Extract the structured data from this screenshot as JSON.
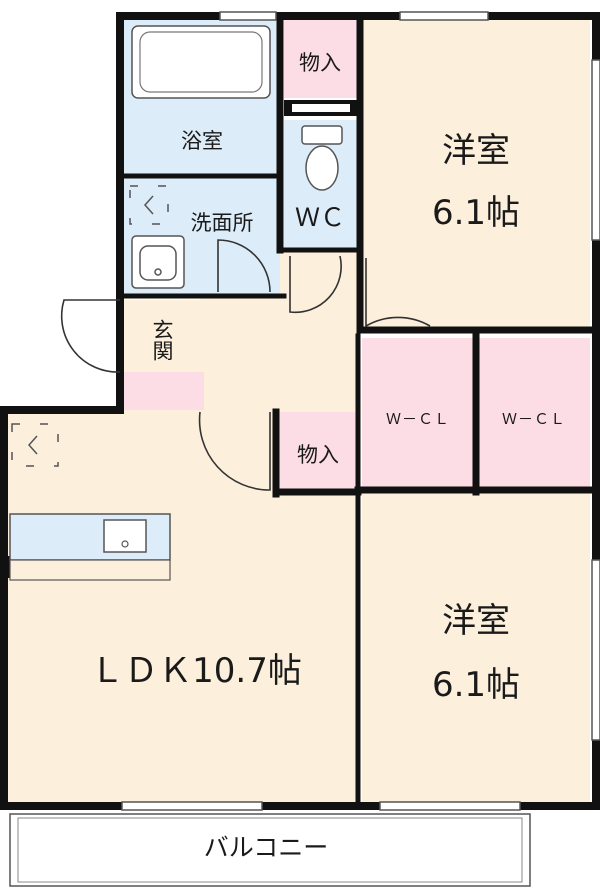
{
  "rooms": {
    "western_room_1": {
      "name": "洋室",
      "size": "6.1帖"
    },
    "western_room_2": {
      "name": "洋室",
      "size": "6.1帖"
    },
    "ldk": {
      "label": "ＬＤＫ10.7帖"
    },
    "bathroom": {
      "label": "浴室"
    },
    "washroom": {
      "label": "洗面所"
    },
    "toilet": {
      "label": "ＷＣ"
    },
    "entrance": {
      "label": "玄関"
    },
    "storage_top": {
      "label": "物入"
    },
    "storage_mid": {
      "label": "物入"
    },
    "closet_1": {
      "label": "Ｗ－ＣＬ"
    },
    "closet_2": {
      "label": "Ｗ－ＣＬ"
    },
    "balcony": {
      "label": "バルコニー"
    }
  },
  "colors": {
    "wall": "#111111",
    "room_floor": "#fcefdc",
    "wet_area": "#dcecf9",
    "storage": "#fcdde6",
    "white": "#ffffff"
  }
}
